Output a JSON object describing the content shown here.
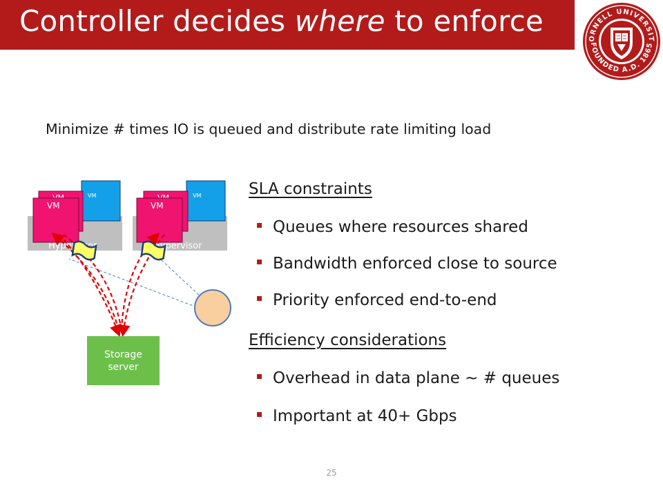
{
  "slide": {
    "title_prefix": "Controller decides ",
    "title_emphasis": "where",
    "title_suffix": " to enforce",
    "subtitle": "Minimize # times IO is queued and distribute rate limiting load",
    "page_number": "25"
  },
  "logo": {
    "ring_top": "CORNELL UNIVERSITY",
    "ring_bottom": "FOUNDED A.D. 1865"
  },
  "diagram": {
    "vm_label": "VM",
    "hypervisor_label": "Hypervisor",
    "storage_line1": "Storage",
    "storage_line2": "server"
  },
  "sections": [
    {
      "heading": "SLA constraints",
      "bullets": [
        "Queues where resources shared",
        "Bandwidth enforced close to source",
        "Priority enforced end-to-end"
      ]
    },
    {
      "heading": "Efficiency considerations",
      "bullets": [
        "Overhead in data plane ~ # queues",
        "Important at 40+ Gbps"
      ]
    }
  ],
  "colors": {
    "brand_red": "#b31b1b",
    "vm_pink": "#f0136f",
    "vm_blue": "#14a0e8",
    "hypervisor_gray": "#bfbfbf",
    "queue_yellow": "#ffff66",
    "storage_green": "#6cc04a",
    "controller_orange": "#f9cf9f"
  }
}
